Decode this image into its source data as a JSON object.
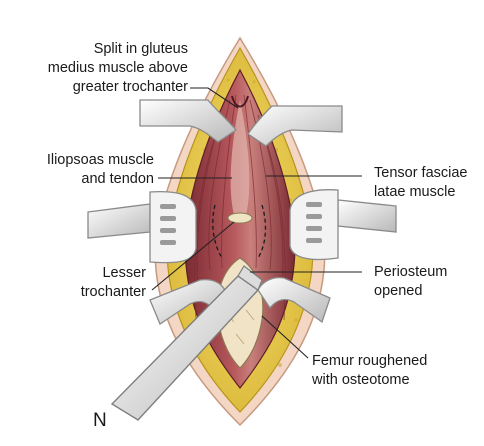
{
  "labels": {
    "split_gluteus": [
      "Split in gluteus",
      "medius muscle above",
      "greater trochanter"
    ],
    "iliopsoas": [
      "Iliopsoas muscle",
      "and tendon"
    ],
    "tensor": [
      "Tensor fasciae",
      "latae muscle"
    ],
    "lesser_trochanter": [
      "Lesser",
      "trochanter"
    ],
    "periosteum": [
      "Periosteum",
      "opened"
    ],
    "femur": [
      "Femur roughened",
      "with osteotome"
    ]
  },
  "panel_letter": "N",
  "colors": {
    "fat": "#e9cf47",
    "fat_dark": "#b89320",
    "skin": "#f3d7c4",
    "muscle": "#a6444a",
    "muscle_dark": "#6e2630",
    "muscle_light": "#d6a19a",
    "bone": "#e8dcc0",
    "retractor": "#f2f2f2",
    "retractor_edge": "#9a9a9a",
    "leader": "#222222"
  }
}
